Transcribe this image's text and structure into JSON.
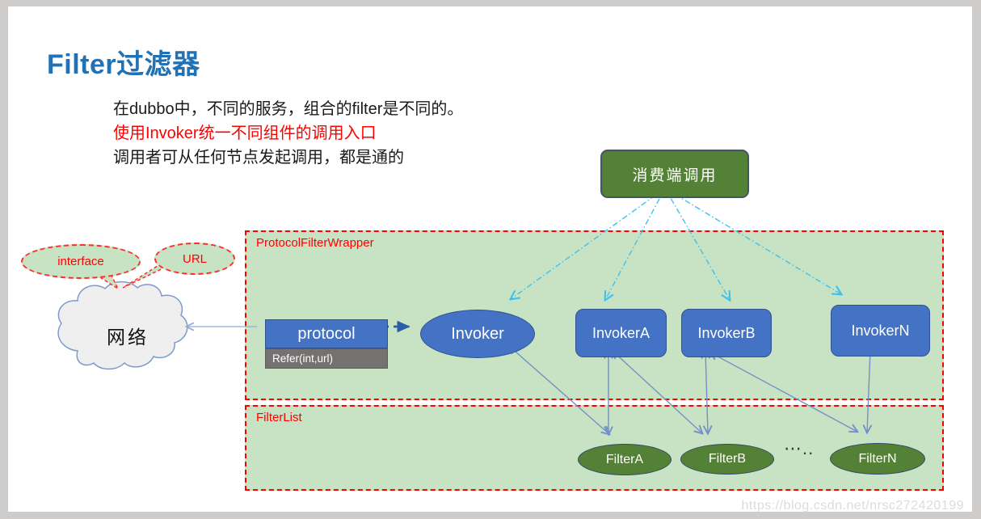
{
  "page": {
    "title": "Filter过滤器",
    "notes": {
      "line1": "在dubbo中，不同的服务，组合的filter是不同的。",
      "line2": "使用Invoker统一不同组件的调用入口",
      "line3": "调用者可从任何节点发起调用，都是通的"
    },
    "watermark": "https://blog.csdn.net/nrsc272420199"
  },
  "diagram": {
    "consumer_call": "消费端调用",
    "regions": {
      "wrapper": "ProtocolFilterWrapper",
      "filter_list": "FilterList"
    },
    "protocol": {
      "label": "protocol",
      "method": "Refer(int,url)"
    },
    "invoker": "Invoker",
    "invokers": [
      {
        "label": "InvokerA"
      },
      {
        "label": "InvokerB"
      },
      {
        "label": "InvokerN"
      }
    ],
    "filters": [
      {
        "label": "FilterA"
      },
      {
        "label": "FilterB"
      },
      {
        "label": "FilterN"
      }
    ],
    "filters_ellipsis": "⋯..",
    "network": "网络",
    "callouts": [
      {
        "label": "interface"
      },
      {
        "label": "URL"
      }
    ]
  },
  "colors": {
    "title_blue": "#2171b5",
    "highlight_red": "#ff0000",
    "dark_green": "#538135",
    "light_green": "#c8e3c4",
    "box_blue": "#4472c4",
    "box_blue_border": "#2f528f",
    "gray_box": "#767171",
    "cyan_arrow": "#3ec0ee",
    "connector_blue": "#7590c9",
    "region_border_red": "#ff0000"
  }
}
